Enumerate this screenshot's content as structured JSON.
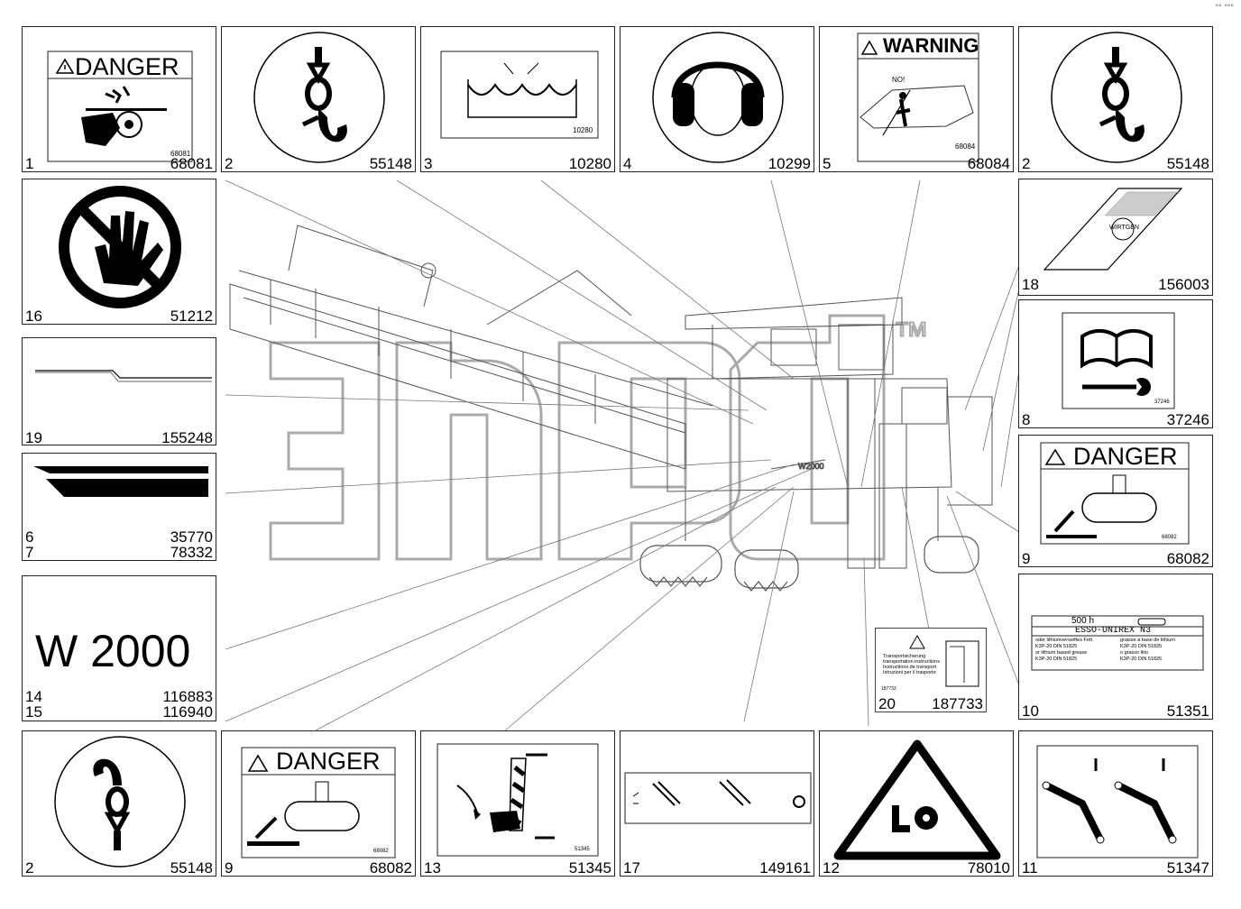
{
  "corner_mark": "°° °°°",
  "watermark": "™",
  "machine_model_label": "W2000",
  "panels": {
    "p1": {
      "left": "1",
      "right": "68081",
      "title": "DANGER",
      "code": "68081"
    },
    "p2a": {
      "left": "2",
      "right": "55148"
    },
    "p3": {
      "left": "3",
      "right": "10280",
      "code": "10280"
    },
    "p4": {
      "left": "4",
      "right": "10299"
    },
    "p5": {
      "left": "5",
      "right": "68084",
      "title": "WARNING",
      "no": "NO!",
      "code": "68084"
    },
    "p2b": {
      "left": "2",
      "right": "55148"
    },
    "p16": {
      "left": "16",
      "right": "51212"
    },
    "p18": {
      "left": "18",
      "right": "156003",
      "brand": "WIRTGEN"
    },
    "p19": {
      "left": "19",
      "right": "155248"
    },
    "p8": {
      "left": "8",
      "right": "37246",
      "code": "37246"
    },
    "p67": {
      "left1": "6",
      "right1": "35770",
      "left2": "7",
      "right2": "78332"
    },
    "p9a": {
      "left": "9",
      "right": "68082",
      "title": "DANGER",
      "code": "68082"
    },
    "p1415": {
      "model": "W 2000",
      "left1": "14",
      "right1": "116883",
      "left2": "15",
      "right2": "116940"
    },
    "p20": {
      "left": "20",
      "right": "187733",
      "lines": [
        "Transportsicherung",
        "transportation instructions",
        "Instructions de transport",
        "Istruzioni per il trasporto"
      ],
      "code": "187733"
    },
    "p10": {
      "left": "10",
      "right": "51351",
      "hours": "500 h",
      "product": "ESSO-UNIREX N3",
      "left_lines": [
        "oder lithiumverseiftes Fett",
        "K3P-20  DIN 51825",
        "or lithium based grease",
        "K3P-20  DIN 51825"
      ],
      "right_lines": [
        "graisse à base de lithium",
        "K3P-20  DIN 51825",
        "o grasso litio",
        "K3P-20  DIN 51825"
      ]
    },
    "p2c": {
      "left": "2",
      "right": "55148"
    },
    "p9b": {
      "left": "9",
      "right": "68082",
      "title": "DANGER",
      "code": "68082"
    },
    "p13": {
      "left": "13",
      "right": "51345",
      "code": "51345"
    },
    "p17": {
      "left": "17",
      "right": "149161"
    },
    "p12": {
      "left": "12",
      "right": "78010"
    },
    "p11": {
      "left": "11",
      "right": "51347"
    }
  }
}
